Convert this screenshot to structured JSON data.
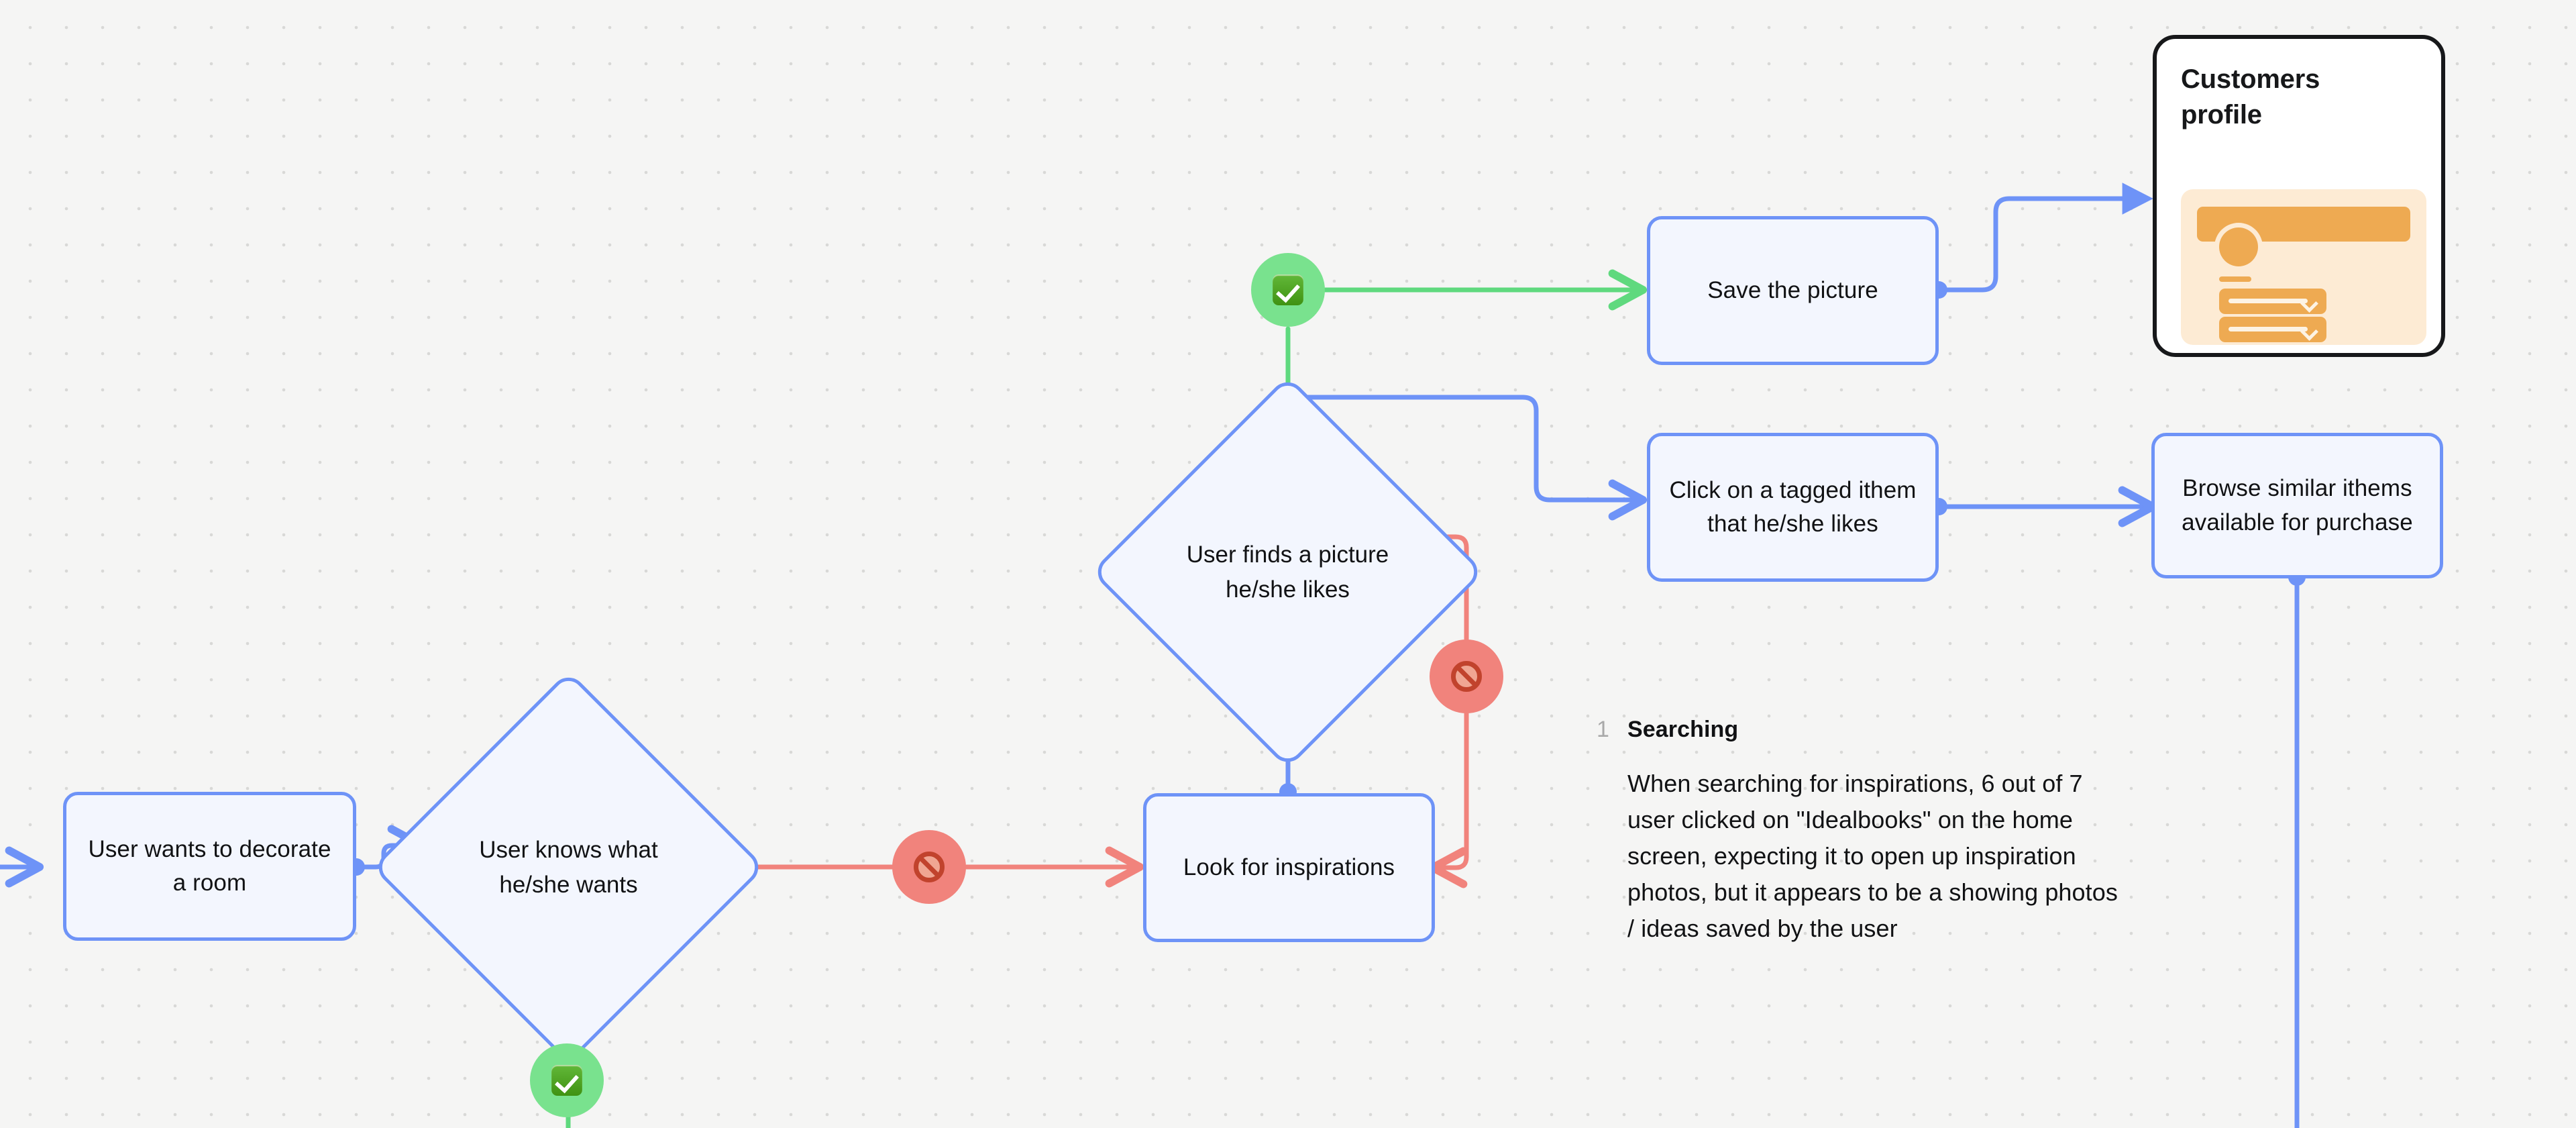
{
  "diagram": {
    "background_color": "#f5f5f4",
    "dot_color": "#d8d8d6",
    "node_fill": "#f3f6fe",
    "node_stroke": "#6e93f7",
    "edge_blue": "#6e93f7",
    "edge_green": "#5fd97e",
    "edge_red": "#f1837c",
    "nodes": [
      {
        "id": "decorate-room",
        "type": "process",
        "label": "User wants to decorate\na room"
      },
      {
        "id": "knows-what",
        "type": "decision",
        "label": "User knows what\nhe/she wants"
      },
      {
        "id": "look-inspiration",
        "type": "process",
        "label": "Look for inspirations"
      },
      {
        "id": "finds-picture",
        "type": "decision",
        "label": "User finds a picture\nhe/she likes"
      },
      {
        "id": "save-picture",
        "type": "process",
        "label": "Save the picture"
      },
      {
        "id": "click-tagged",
        "type": "process",
        "label": "Click on a tagged ithem\nthat he/she likes"
      },
      {
        "id": "browse-similar",
        "type": "process",
        "label": "Browse similar ithems\navailable for purchase"
      }
    ],
    "badges": [
      {
        "id": "badge-yes-knows",
        "kind": "check",
        "glyph": "check-mark"
      },
      {
        "id": "badge-no-knows",
        "kind": "prohibited",
        "glyph": "no-entry"
      },
      {
        "id": "badge-yes-finds",
        "kind": "check",
        "glyph": "check-mark"
      },
      {
        "id": "badge-no-finds",
        "kind": "prohibited",
        "glyph": "no-entry"
      }
    ]
  },
  "profile_card": {
    "title": "Customers\nprofile",
    "accent_color": "#eeaa52",
    "accent_bg": "#fdebd4",
    "border_color": "#17181a"
  },
  "annotation": {
    "number": "1",
    "title": "Searching",
    "body": "When searching for inspirations, 6 out of 7 user clicked on  \"Idealbooks\" on the home screen, expecting it to open up inspiration photos, but it appears to be a showing photos / ideas saved by the user"
  }
}
